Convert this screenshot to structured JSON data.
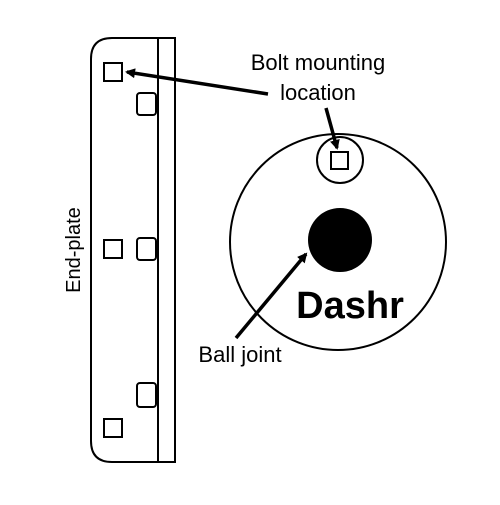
{
  "labels": {
    "end_plate": "End-plate",
    "bolt_line1": "Bolt mounting",
    "bolt_line2": "location",
    "ball_joint": "Ball joint",
    "brand": "Dashr"
  },
  "colors": {
    "stroke": "#000000",
    "background": "#ffffff",
    "joint_fill": "#000000"
  }
}
